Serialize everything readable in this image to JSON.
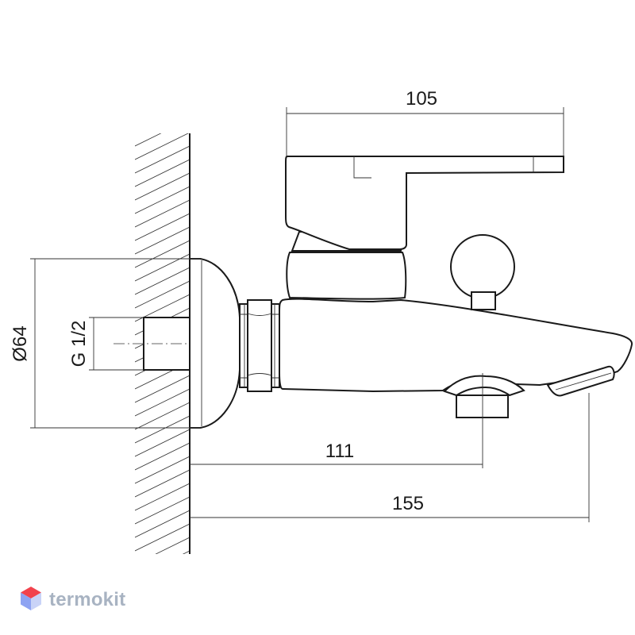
{
  "dimensions": {
    "handle_length": "105",
    "flange_diameter": "Ø64",
    "thread": "G 1/2",
    "outlet_distance": "111",
    "spout_distance": "155"
  },
  "logo": {
    "text": "termokit",
    "colors": {
      "top": "#f2434d",
      "left": "#8ea3f2",
      "right": "#c9d3f7"
    }
  },
  "colors": {
    "line": "#1a1a1a",
    "logo_text": "#a8b3c2"
  }
}
